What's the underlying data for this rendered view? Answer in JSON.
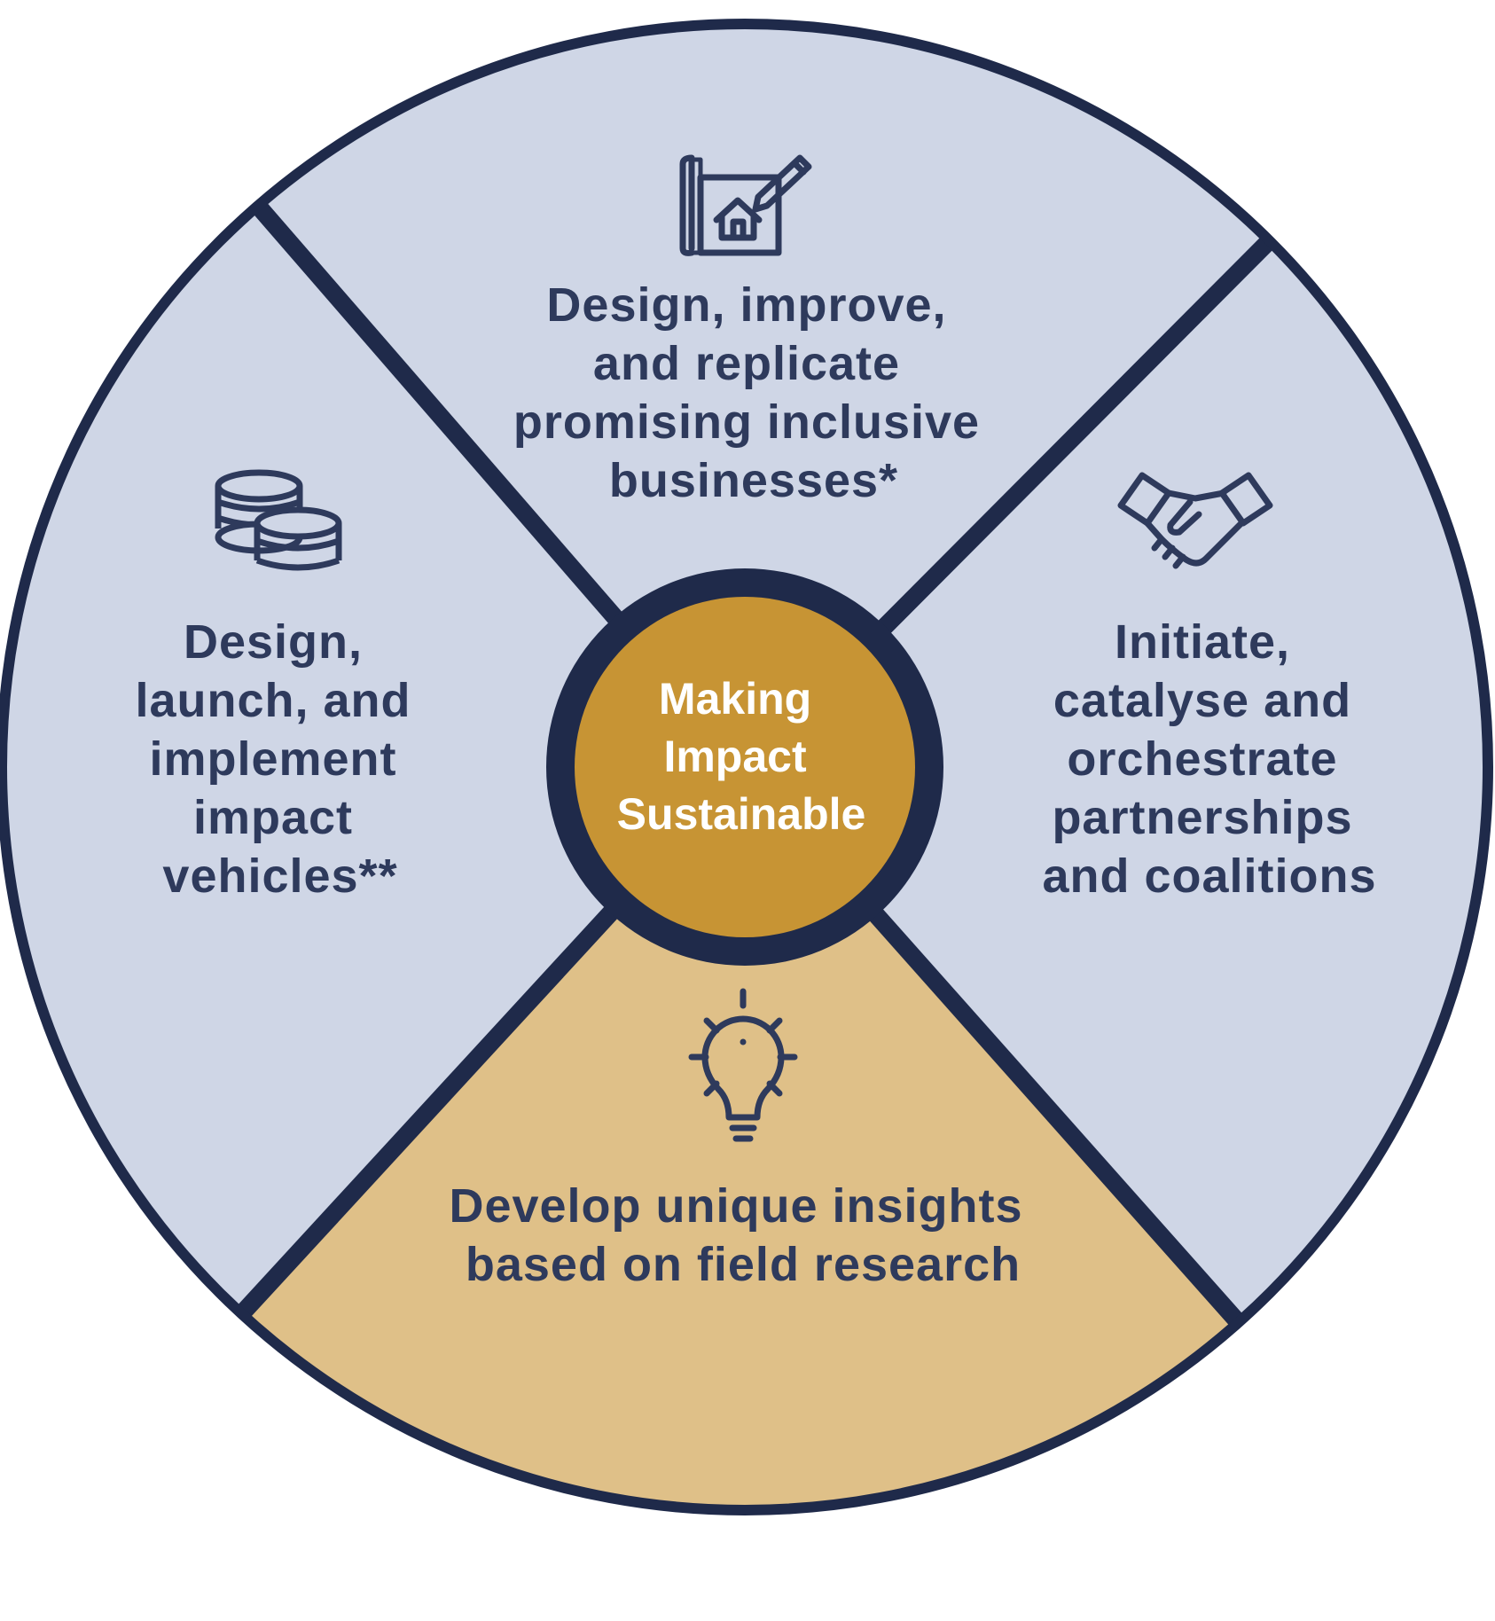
{
  "colors": {
    "navy": "#1f2a4a",
    "segment_fill": "#cfd6e6",
    "highlight_fill": "#dfc088",
    "center_fill": "#c79434",
    "text": "#2e3a5c",
    "center_text": "#ffffff"
  },
  "center": {
    "lines": [
      "Making",
      "Impact",
      "Sustainable"
    ]
  },
  "segments": {
    "top": {
      "icon": "blueprint-house-pencil-icon",
      "lines": [
        "Design, improve,",
        "and replicate",
        "promising inclusive",
        "businesses*"
      ]
    },
    "right": {
      "icon": "handshake-icon",
      "lines": [
        "Initiate,",
        "catalyse and",
        "orchestrate",
        "partnerships",
        "and coalitions"
      ]
    },
    "bottom": {
      "icon": "lightbulb-icon",
      "lines": [
        "Develop unique insights",
        "based on field research"
      ]
    },
    "left": {
      "icon": "coins-icon",
      "lines": [
        "Design,",
        "launch, and",
        "implement",
        "impact",
        "vehicles**"
      ]
    }
  }
}
